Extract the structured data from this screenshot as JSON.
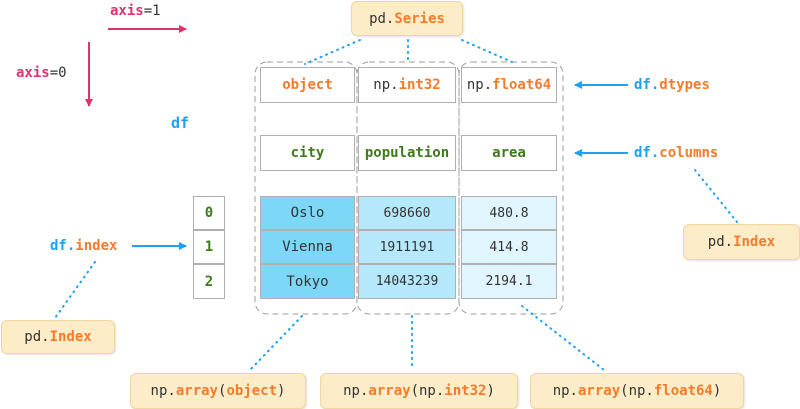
{
  "axes": {
    "axis1": {
      "name": "axis",
      "value": "=1"
    },
    "axis0": {
      "name": "axis",
      "value": "=0"
    }
  },
  "df_label": "df",
  "series_tag": {
    "prefix": "pd.",
    "name": "Series"
  },
  "dtypes": {
    "col1": {
      "prefix": "",
      "name": "object"
    },
    "col2": {
      "prefix": "np.",
      "name": "int32"
    },
    "col3": {
      "prefix": "np.",
      "name": "float64"
    }
  },
  "columns": [
    "city",
    "population",
    "area"
  ],
  "index": [
    "0",
    "1",
    "2"
  ],
  "rows": [
    [
      "Oslo",
      "698660",
      "480.8"
    ],
    [
      "Vienna",
      "1911191",
      "414.8"
    ],
    [
      "Tokyo",
      "14043239",
      "2194.1"
    ]
  ],
  "labels": {
    "dtypes": {
      "prefix": "df.",
      "name": "dtypes"
    },
    "columns": {
      "prefix": "df.",
      "name": "columns"
    },
    "index": {
      "prefix": "df.",
      "name": "index"
    }
  },
  "index_tags": {
    "left": {
      "prefix": "pd.",
      "name": "Index"
    },
    "right": {
      "prefix": "pd.",
      "name": "Index"
    }
  },
  "array_tags": {
    "col1": {
      "before": "np.",
      "fn": "array",
      "open": "(",
      "arg_prefix": "",
      "arg": "object",
      "close": ")"
    },
    "col2": {
      "before": "np.",
      "fn": "array",
      "open": "(np.",
      "arg_prefix": "",
      "arg": "int32",
      "close": ")"
    },
    "col3": {
      "before": "np.",
      "fn": "array",
      "open": "(np.",
      "arg_prefix": "",
      "arg": "float64",
      "close": ")"
    }
  },
  "colors": {
    "col_city": "#7dd8f8",
    "col_population": "#b5e8fa",
    "col_area": "#e0f5fd",
    "orange": "#f47b2b",
    "blue": "#1da1f2",
    "pink": "#e0336d",
    "green": "#3d7a1c",
    "tag_bg": "#fdecc8"
  }
}
